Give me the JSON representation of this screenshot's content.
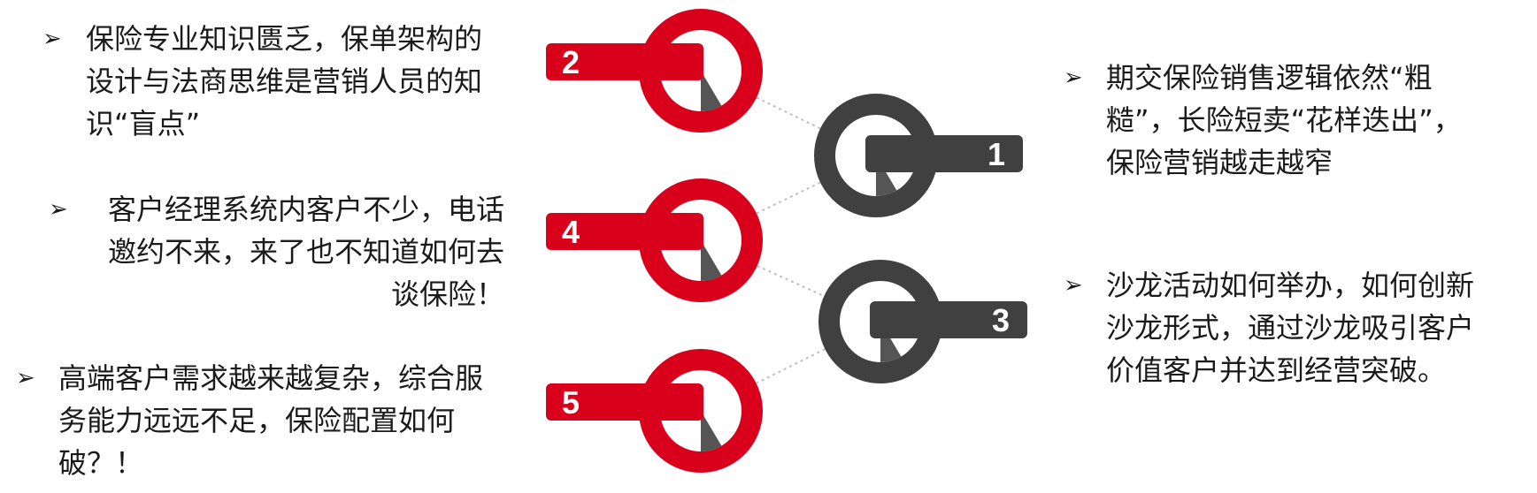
{
  "colors": {
    "red": "#d9001b",
    "dark": "#404040",
    "wedge": "#555555",
    "connector": "#bfbfbf",
    "text": "#1a1a1a"
  },
  "bullet_glyph": "➢",
  "nodes": [
    {
      "number": "2",
      "color": "red"
    },
    {
      "number": "4",
      "color": "red"
    },
    {
      "number": "5",
      "color": "red"
    },
    {
      "number": "1",
      "color": "dark"
    },
    {
      "number": "3",
      "color": "dark"
    }
  ],
  "texts": [
    {
      "id": "item-2",
      "lines": [
        "保险专业知识匮乏，保单架构的",
        "设计与法商思维是营销人员的知",
        "识“盲点”"
      ]
    },
    {
      "id": "item-4",
      "lines": [
        "客户经理系统内客户不少，电话",
        "邀约不来，来了也不知道如何去",
        "谈保险！"
      ]
    },
    {
      "id": "item-5",
      "lines": [
        "高端客户需求越来越复杂，综合服",
        "务能力远远不足，保险配置如何",
        "破？！"
      ]
    },
    {
      "id": "item-1",
      "lines": [
        "期交保险销售逻辑依然“粗",
        "糙”，长险短卖“花样迭出”，",
        "保险营销越走越窄"
      ]
    },
    {
      "id": "item-3",
      "lines": [
        "沙龙活动如何举办，如何创新",
        "沙龙形式，通过沙龙吸引客户",
        "价值客户并达到经营突破。"
      ]
    }
  ]
}
